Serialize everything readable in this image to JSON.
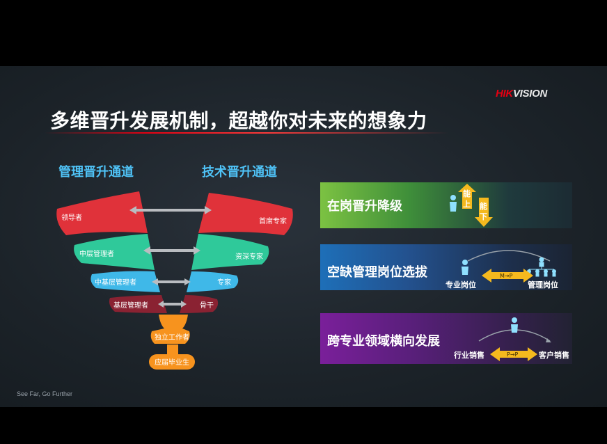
{
  "logo": {
    "part1": "HIK",
    "part2": "VISION"
  },
  "title": "多维晋升发展机制，超越你对未来的想象力",
  "channels": {
    "management": "管理晋升通道",
    "technical": "技术晋升通道"
  },
  "funnel": {
    "left": [
      "领导者",
      "中层管理者",
      "中基层管理者",
      "基层管理者"
    ],
    "right": [
      "首席专家",
      "资深专家",
      "专家",
      "骨干"
    ],
    "bottom": [
      "独立工作者",
      "应届毕业生"
    ]
  },
  "boxes": [
    {
      "title": "在岗晋升降级",
      "up": "能上",
      "down": "能下"
    },
    {
      "title": "空缺管理岗位选拔",
      "from": "专业岗位",
      "to": "管理岗位",
      "arrow": "M→P"
    },
    {
      "title": "跨专业领域横向发展",
      "from": "行业销售",
      "to": "客户销售",
      "arrow": "P→P"
    }
  ],
  "footer": "See Far, Go Further",
  "colors": {
    "red": "#e0323a",
    "green": "#2fc99a",
    "cyan": "#3fb8e8",
    "darkred": "#8a2232",
    "orange": "#f7931e",
    "title_blue": "#4fc3f7"
  }
}
